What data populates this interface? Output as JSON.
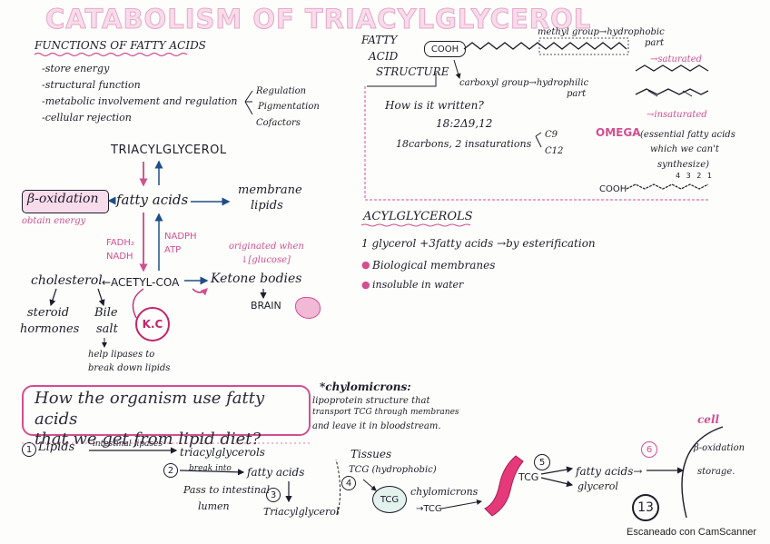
{
  "title": "CATABOLISM OF TRIACYLGLYCEROL",
  "functions": {
    "heading": "FUNCTIONS OF FATTY ACIDS",
    "items": [
      "-store energy",
      "-structural function",
      "-metabolic involvement and regulation",
      "-cellular rejection"
    ],
    "regulation": [
      "Regulation",
      "Pigmentation",
      "Cofactors"
    ]
  },
  "pathway": {
    "tag": "TRIACYLGLYCEROL",
    "beta": "β-oxidation",
    "obtain": "obtain energy",
    "fatty_acids": "fatty acids",
    "membrane": "membrane",
    "lipids": "lipids",
    "fadh": "FADH₂",
    "nadh": "NADH",
    "nadph": "NADPH",
    "atp": "ATP",
    "originated": "originated when",
    "glucose": "↓[glucose]",
    "cholesterol": "cholesterol",
    "acetyl": "←ACETYL-COA",
    "ketone": "Ketone bodies",
    "brain": "BRAIN",
    "steroid": "steroid",
    "hormones": "hormones",
    "bile": "Bile",
    "salt": "salt",
    "kc": "K.C",
    "help1": "help lipases to",
    "help2": "break down lipids"
  },
  "structure": {
    "heading": [
      "FATTY",
      "ACID",
      "STRUCTURE"
    ],
    "cooh": "COOH",
    "methyl": "methyl group→hydrophobic",
    "methyl_part": "part",
    "carboxyl": "carboxyl group→hydrophilic",
    "carboxyl_part": "part",
    "saturated": "→saturated",
    "insaturated": "→insaturated",
    "how": "How is it written?",
    "code": "18:2Δ9,12",
    "carbons": "18carbons, 2 insaturations",
    "c9": "C9",
    "c12": "C12",
    "omega_label": "OMEGA",
    "omega_desc": [
      "(essential fatty acids",
      "which we can't",
      "synthesize)"
    ],
    "omega_cooh": "COOH",
    "omega_nums": "4 3 2 1"
  },
  "acyl": {
    "heading": "ACYLGLYCEROLS",
    "line1": "1 glycerol +3fatty acids →by esterification",
    "line2": "Biological membranes",
    "line3": "insoluble in water"
  },
  "question": {
    "line1": "How the organism use fatty acids",
    "line2": "that we get from lipid diet?"
  },
  "chylo": {
    "title": "*chylomicrons:",
    "text": [
      "lipoprotein structure that",
      "transport TCG through membranes",
      "and leave it in bloodstream."
    ]
  },
  "bottom": {
    "n1": "1",
    "lipids": "Lipids",
    "intestinal": "intestinal lipases",
    "triacyl1": "triacylglycerols",
    "n2": "2",
    "break": "break into",
    "fatty_acids": "fatty acids",
    "pass": "Pass to intestinal",
    "lumen": "lumen",
    "n3": "3",
    "triacyl2": "Triacylglycerol",
    "n4": "4",
    "tissues": "Tissues",
    "tcg_hydro": "TCG (hydrophobic)",
    "tcg": "TCG",
    "chylomicrons": "chylomicrons",
    "tcg_arrow": "→TCG",
    "n5": "5",
    "tcg2": "TCG",
    "fatty2": "fatty acids→",
    "glycerol": "glycerol",
    "n6": "6",
    "cell": "cell",
    "oxid": "β-oxidation",
    "storage": "storage.",
    "n13": "13"
  },
  "watermark": "Escaneado con CamScanner"
}
